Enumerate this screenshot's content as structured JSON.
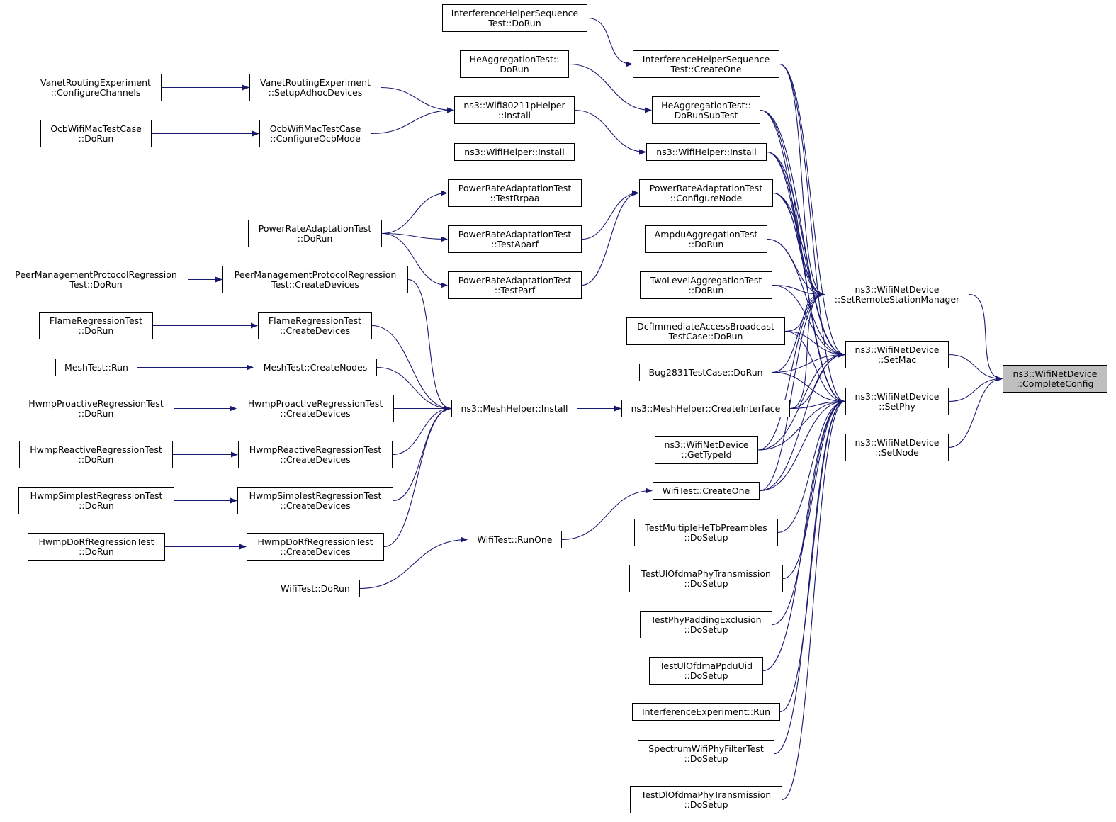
{
  "graph": {
    "edge_color": "#191970",
    "focus_fill": "#bfbfbf",
    "nodes": {
      "n_complete": {
        "lines": [
          "ns3::WifiNetDevice",
          "::CompleteConfig"
        ],
        "focus": true
      },
      "n_setrsm": {
        "lines": [
          "ns3::WifiNetDevice",
          "::SetRemoteStationManager"
        ]
      },
      "n_setmac": {
        "lines": [
          "ns3::WifiNetDevice",
          "::SetMac"
        ]
      },
      "n_setphy": {
        "lines": [
          "ns3::WifiNetDevice",
          "::SetPhy"
        ]
      },
      "n_setnode": {
        "lines": [
          "ns3::WifiNetDevice",
          "::SetNode"
        ]
      },
      "n_ihs_dorun": {
        "lines": [
          "InterferenceHelperSequence",
          "Test::DoRun"
        ]
      },
      "n_ihs_create": {
        "lines": [
          "InterferenceHelperSequence",
          "Test::CreateOne"
        ]
      },
      "n_heagg_dorun": {
        "lines": [
          "HeAggregationTest::",
          "DoRun"
        ]
      },
      "n_heagg_sub": {
        "lines": [
          "HeAggregationTest::",
          "DoRunSubTest"
        ]
      },
      "n_vanet_cc": {
        "lines": [
          "VanetRoutingExperiment",
          "::ConfigureChannels"
        ]
      },
      "n_vanet_sad": {
        "lines": [
          "VanetRoutingExperiment",
          "::SetupAdhocDevices"
        ]
      },
      "n_w80211p": {
        "lines": [
          "ns3::Wifi80211pHelper",
          "::Install"
        ]
      },
      "n_ocb_dorun": {
        "lines": [
          "OcbWifiMacTestCase",
          "::DoRun"
        ]
      },
      "n_ocb_conf": {
        "lines": [
          "OcbWifiMacTestCase",
          "::ConfigureOcbMode"
        ]
      },
      "n_wh_inst1": {
        "lines": [
          "ns3::WifiHelper::Install"
        ]
      },
      "n_wh_inst2": {
        "lines": [
          "ns3::WifiHelper::Install"
        ]
      },
      "n_pra_rrpaa": {
        "lines": [
          "PowerRateAdaptationTest",
          "::TestRrpaa"
        ]
      },
      "n_pra_conf": {
        "lines": [
          "PowerRateAdaptationTest",
          "::ConfigureNode"
        ]
      },
      "n_pra_dorun": {
        "lines": [
          "PowerRateAdaptationTest",
          "::DoRun"
        ]
      },
      "n_pra_aparf": {
        "lines": [
          "PowerRateAdaptationTest",
          "::TestAparf"
        ]
      },
      "n_pra_parf": {
        "lines": [
          "PowerRateAdaptationTest",
          "::TestParf"
        ]
      },
      "n_ampdu": {
        "lines": [
          "AmpduAggregationTest",
          "::DoRun"
        ]
      },
      "n_twolevel": {
        "lines": [
          "TwoLevelAggregationTest",
          "::DoRun"
        ]
      },
      "n_dcf": {
        "lines": [
          "DcfImmediateAccessBroadcast",
          "TestCase::DoRun"
        ]
      },
      "n_bug2831": {
        "lines": [
          "Bug2831TestCase::DoRun"
        ]
      },
      "n_pmp_dorun": {
        "lines": [
          "PeerManagementProtocolRegression",
          "Test::DoRun"
        ]
      },
      "n_pmp_create": {
        "lines": [
          "PeerManagementProtocolRegression",
          "Test::CreateDevices"
        ]
      },
      "n_flame_dorun": {
        "lines": [
          "FlameRegressionTest",
          "::DoRun"
        ]
      },
      "n_flame_create": {
        "lines": [
          "FlameRegressionTest",
          "::CreateDevices"
        ]
      },
      "n_mesh_run": {
        "lines": [
          "MeshTest::Run"
        ]
      },
      "n_mesh_create": {
        "lines": [
          "MeshTest::CreateNodes"
        ]
      },
      "n_hpro_dorun": {
        "lines": [
          "HwmpProactiveRegressionTest",
          "::DoRun"
        ]
      },
      "n_hpro_create": {
        "lines": [
          "HwmpProactiveRegressionTest",
          "::CreateDevices"
        ]
      },
      "n_mh_install": {
        "lines": [
          "ns3::MeshHelper::Install"
        ]
      },
      "n_mh_ci": {
        "lines": [
          "ns3::MeshHelper::CreateInterface"
        ]
      },
      "n_hrea_dorun": {
        "lines": [
          "HwmpReactiveRegressionTest",
          "::DoRun"
        ]
      },
      "n_hrea_create": {
        "lines": [
          "HwmpReactiveRegressionTest",
          "::CreateDevices"
        ]
      },
      "n_typeid": {
        "lines": [
          "ns3::WifiNetDevice",
          "::GetTypeId"
        ]
      },
      "n_hsim_dorun": {
        "lines": [
          "HwmpSimplestRegressionTest",
          "::DoRun"
        ]
      },
      "n_hsim_create": {
        "lines": [
          "HwmpSimplestRegressionTest",
          "::CreateDevices"
        ]
      },
      "n_wt_create": {
        "lines": [
          "WifiTest::CreateOne"
        ]
      },
      "n_hdorf_dorun": {
        "lines": [
          "HwmpDoRfRegressionTest",
          "::DoRun"
        ]
      },
      "n_hdorf_create": {
        "lines": [
          "HwmpDoRfRegressionTest",
          "::CreateDevices"
        ]
      },
      "n_wt_runone": {
        "lines": [
          "WifiTest::RunOne"
        ]
      },
      "n_tmhe": {
        "lines": [
          "TestMultipleHeTbPreambles",
          "::DoSetup"
        ]
      },
      "n_wt_dorun": {
        "lines": [
          "WifiTest::DoRun"
        ]
      },
      "n_tul_phy": {
        "lines": [
          "TestUlOfdmaPhyTransmission",
          "::DoSetup"
        ]
      },
      "n_tpad": {
        "lines": [
          "TestPhyPaddingExclusion",
          "::DoSetup"
        ]
      },
      "n_tul_ppdu": {
        "lines": [
          "TestUlOfdmaPpduUid",
          "::DoSetup"
        ]
      },
      "n_iexp": {
        "lines": [
          "InterferenceExperiment::Run"
        ]
      },
      "n_swpf": {
        "lines": [
          "SpectrumWifiPhyFilterTest",
          "::DoSetup"
        ]
      },
      "n_tdl_phy": {
        "lines": [
          "TestDlOfdmaPhyTransmission",
          "::DoSetup"
        ]
      }
    }
  }
}
